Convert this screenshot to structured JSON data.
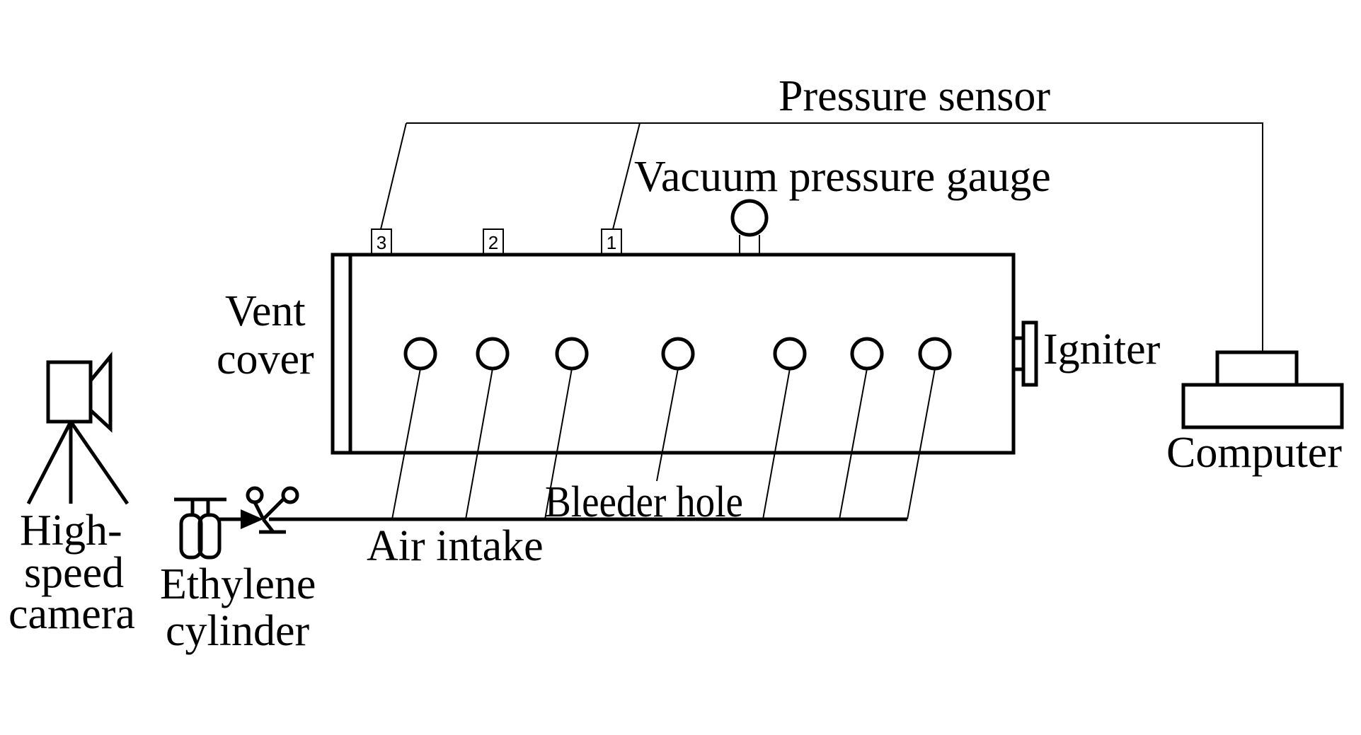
{
  "labels": {
    "pressure_sensor": "Pressure sensor",
    "vacuum_gauge": "Vacuum pressure gauge",
    "vent_cover_1": "Vent",
    "vent_cover_2": "cover",
    "igniter": "Igniter",
    "computer": "Computer",
    "bleeder_hole": "Bleeder hole",
    "air_intake": "Air intake",
    "camera_1": "High-",
    "camera_2": "speed",
    "camera_3": "camera",
    "ethylene_1": "Ethylene",
    "ethylene_2": "cylinder"
  },
  "sensors": [
    "3",
    "2",
    "1"
  ],
  "colors": {
    "line": "#000000",
    "background": "#ffffff"
  }
}
